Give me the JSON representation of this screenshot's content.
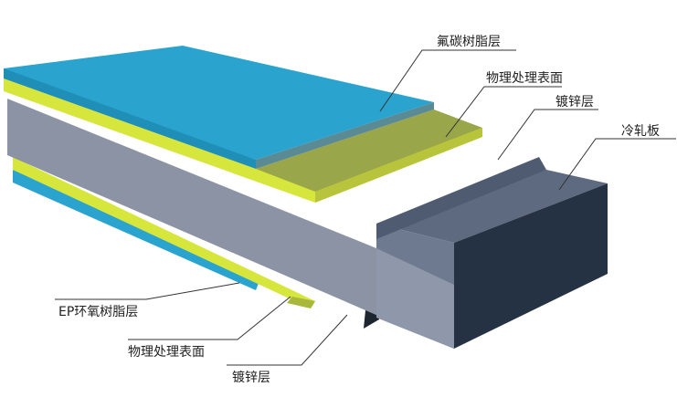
{
  "labels": {
    "top_fluorocarbon": "氟碳树脂层",
    "top_treatment": "物理处理表面",
    "top_galvanized": "镀锌层",
    "base_steel": "冷轧板",
    "bottom_epoxy": "EP环氧树脂层",
    "bottom_treatment": "物理处理表面",
    "bottom_galvanized": "镀锌层"
  },
  "colors": {
    "fluorocarbon": "#2aa3cf",
    "treatment": "#d6e63c",
    "olive": "#9aa64a",
    "zinc": "#ffffff",
    "steel_front": "#8b93a5",
    "steel_top": "#5e6a80",
    "steel_dark": "#253243",
    "epoxy": "#2aa3cf"
  }
}
